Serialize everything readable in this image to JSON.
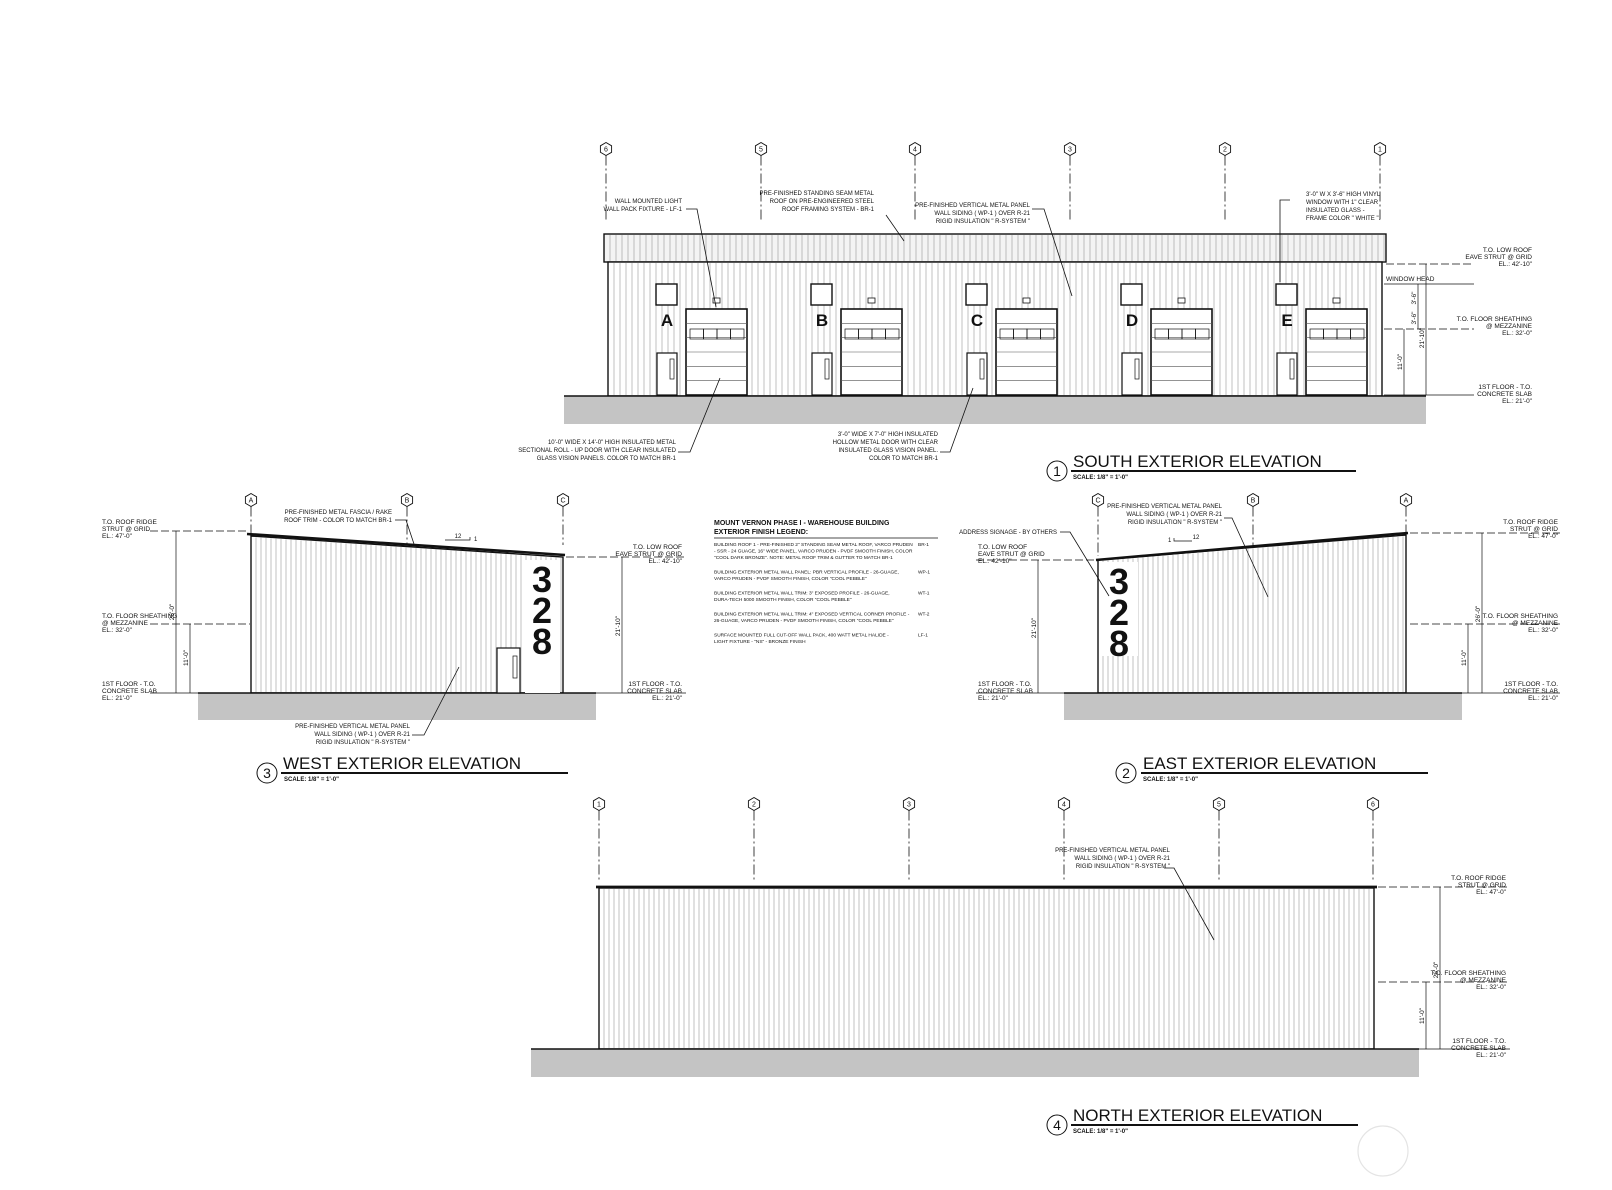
{
  "south": {
    "number": "1",
    "title": "SOUTH EXTERIOR ELEVATION",
    "scale": "SCALE: 1/8\" = 1'-0\"",
    "grid": [
      "6",
      "5",
      "4",
      "3",
      "2",
      "1"
    ],
    "bays": [
      "A",
      "B",
      "C",
      "D",
      "E"
    ],
    "notes": {
      "light": [
        "WALL MOUNTED LIGHT",
        "WALL PACK FIXTURE - LF-1"
      ],
      "roof": [
        "PRE-FINISHED STANDING SEAM METAL",
        "ROOF ON PRE-ENGINEERED STEEL",
        "ROOF FRAMING SYSTEM - BR-1"
      ],
      "panel": [
        "PRE-FINISHED VERTICAL METAL PANEL",
        "WALL SIDING ( WP-1 ) OVER R-21",
        "RIGID INSULATION \" R-SYSTEM \""
      ],
      "window": [
        "3'-0\" W X 3'-6\" HIGH VINYL",
        "WINDOW WITH 1\" CLEAR",
        "INSULATED GLASS -",
        "FRAME COLOR \" WHITE \"."
      ],
      "overhead": [
        "10'-0\" WIDE X 14'-0\" HIGH INSULATED METAL",
        "SECTIONAL ROLL - UP DOOR WITH CLEAR INSULATED",
        "GLASS VISION PANELS. COLOR TO MATCH BR-1"
      ],
      "door": [
        "3'-0\" WIDE X 7'-0\" HIGH INSULATED",
        "HOLLOW METAL DOOR WITH CLEAR",
        "INSULATED GLASS VISION PANEL.",
        "COLOR TO MATCH BR-1"
      ]
    },
    "levels": {
      "low_roof": [
        "T.O. LOW ROOF",
        "EAVE STRUT @ GRID",
        "EL.: 42'-10\""
      ],
      "window_head": "WINDOW HEAD",
      "floor_sheathing": [
        "T.O. FLOOR SHEATHING",
        "@ MEZZANINE",
        "EL.: 32'-0\""
      ],
      "first_floor": [
        "1ST FLOOR - T.O.",
        "CONCRETE SLAB",
        "EL.: 21'-0\""
      ]
    },
    "dims": [
      "3'-6\"",
      "3'-6\"",
      "11'-0\"",
      "21'-10\""
    ]
  },
  "west": {
    "number": "3",
    "title": "WEST EXTERIOR ELEVATION",
    "scale": "SCALE: 1/8\" = 1'-0\"",
    "grid": [
      "A",
      "B",
      "C"
    ],
    "address": [
      "3",
      "2",
      "8"
    ],
    "pitch": "12",
    "pitch_rise": "1",
    "notes": {
      "fascia": [
        "PRE-FINISHED METAL FASCIA / RAKE",
        "ROOF TRIM - COLOR TO MATCH BR-1"
      ],
      "panel": [
        "PRE-FINISHED VERTICAL METAL PANEL",
        "WALL SIDING ( WP-1 ) OVER R-21",
        "RIGID INSULATION \" R-SYSTEM \""
      ]
    },
    "levels": {
      "roof_ridge": [
        "T.O. ROOF RIDGE",
        "STRUT @ GRID",
        "EL.: 47'-0\""
      ],
      "floor_sheathing": [
        "T.O. FLOOR SHEATHING",
        "@ MEZZANINE",
        "EL.: 32'-0\""
      ],
      "first_floor": [
        "1ST FLOOR - T.O.",
        "CONCRETE SLAB",
        "EL.: 21'-0\""
      ],
      "low_roof": [
        "T.O. LOW ROOF",
        "EAVE STRUT @ GRID",
        "EL.: 42'-10\""
      ]
    },
    "dims": [
      "26'-0\"",
      "11'-0\"",
      "21'-10\""
    ]
  },
  "east": {
    "number": "2",
    "title": "EAST EXTERIOR ELEVATION",
    "scale": "SCALE: 1/8\" = 1'-0\"",
    "grid": [
      "C",
      "B",
      "A"
    ],
    "address": [
      "3",
      "2",
      "8"
    ],
    "pitch": "12",
    "pitch_rise": "1",
    "notes": {
      "signage": "ADDRESS SIGNAGE - BY OTHERS",
      "panel": [
        "PRE-FINISHED VERTICAL METAL PANEL",
        "WALL SIDING ( WP-1 ) OVER R-21",
        "RIGID INSULATION \" R-SYSTEM \""
      ]
    },
    "levels": {
      "low_roof": [
        "T.O. LOW ROOF",
        "EAVE STRUT @ GRID",
        "EL.: 42'-10\""
      ],
      "first_floor": [
        "1ST FLOOR - T.O.",
        "CONCRETE SLAB",
        "EL.: 21'-0\""
      ],
      "roof_ridge": [
        "T.O. ROOF RIDGE",
        "STRUT @ GRID",
        "EL.: 47'-0\""
      ],
      "floor_sheathing": [
        "T.O. FLOOR SHEATHING",
        "@ MEZZANINE",
        "EL.: 32'-0\""
      ]
    },
    "dims": [
      "21'-10\"",
      "26'-0\"",
      "11'-0\""
    ]
  },
  "north": {
    "number": "4",
    "title": "NORTH EXTERIOR ELEVATION",
    "scale": "SCALE: 1/8\" = 1'-0\"",
    "grid": [
      "1",
      "2",
      "3",
      "4",
      "5",
      "6"
    ],
    "notes": {
      "panel": [
        "PRE-FINISHED VERTICAL METAL PANEL",
        "WALL SIDING ( WP-1 ) OVER R-21",
        "RIGID INSULATION \" R-SYSTEM \""
      ]
    },
    "levels": {
      "roof_ridge": [
        "T.O. ROOF RIDGE",
        "STRUT @ GRID",
        "EL.: 47'-0\""
      ],
      "floor_sheathing": [
        "T.O. FLOOR SHEATHING",
        "@ MEZZANINE",
        "EL.: 32'-0\""
      ],
      "first_floor": [
        "1ST FLOOR - T.O.",
        "CONCRETE SLAB",
        "EL.: 21'-0\""
      ]
    },
    "dims": [
      "26'-0\"",
      "11'-0\""
    ]
  },
  "legend": {
    "title": [
      "MOUNT VERNON PHASE I - WAREHOUSE BUILDING",
      "EXTERIOR FINISH LEGEND:"
    ],
    "items": [
      {
        "code": "BR-1",
        "lines": [
          "BUILDING ROOF 1 - PRE-FINISHED 2\" STANDING SEAM METAL ROOF, VARCO PRUDEN",
          "- SSR - 24 GUAGE, 16\" WIDE PANEL, VARCO PRUDEN - PVDF SMOOTH FINISH, COLOR",
          "\"COOL DARK BRONZE\". NOTE: METAL ROOF TRIM & GUTTER TO MATCH BR-1"
        ]
      },
      {
        "code": "WP-1",
        "lines": [
          "BUILDING EXTERIOR METAL WALL PANEL: PBR VERTICAL PROFILE - 26-GUAGE,",
          "VARCO PRUDEN - PVDF SMOOTH FINISH, COLOR \"COOL PEBBLE\""
        ]
      },
      {
        "code": "WT-1",
        "lines": [
          "BUILDING EXTERIOR METAL WALL TRIM: 3\" EXPOSED PROFILE - 26-GUAGE,",
          "DURA-TECH 5000 SMOOTH FINISH, COLOR \"COOL PEBBLE\""
        ]
      },
      {
        "code": "WT-2",
        "lines": [
          "BUILDING EXTERIOR METAL WALL TRIM: 4\" EXPOSED VERTICAL CORNER PROFILE -",
          "26-GUAGE, VARCO PRUDEN - PVDF SMOOTH FINISH, COLOR \"COOL PEBBLE\""
        ]
      },
      {
        "code": "LF-1",
        "lines": [
          "SURFACE MOUNTED FULL CUT-OFF WALL PACK, 400 WATT METAL HALIDE -",
          "LIGHT FIXTURE - \"NS\" - BRONZE FINISH"
        ]
      }
    ]
  },
  "colors": {
    "ink": "#111111",
    "ground": "#c4c4c4",
    "roof": "#f4f4f4"
  }
}
